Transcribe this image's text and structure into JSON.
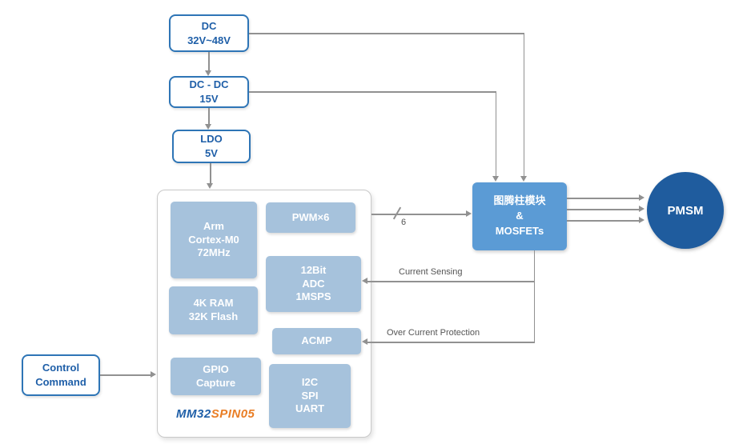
{
  "power": {
    "dc_input": {
      "line1": "DC",
      "line2": "32V~48V"
    },
    "dcdc": {
      "line1": "DC - DC",
      "line2": "15V"
    },
    "ldo": {
      "line1": "LDO",
      "line2": "5V"
    }
  },
  "control_command": {
    "line1": "Control",
    "line2": "Command"
  },
  "mcu": {
    "core": {
      "line1": "Arm",
      "line2": "Cortex-M0",
      "line3": "72MHz"
    },
    "pwm": {
      "label": "PWM×6"
    },
    "adc": {
      "line1": "12Bit",
      "line2": "ADC",
      "line3": "1MSPS"
    },
    "mem": {
      "line1": "4K RAM",
      "line2": "32K Flash"
    },
    "acmp": {
      "label": "ACMP"
    },
    "gpio": {
      "line1": "GPIO",
      "line2": "Capture"
    },
    "comm": {
      "line1": "I2C",
      "line2": "SPI",
      "line3": "UART"
    },
    "chip_name_blue": "MM32",
    "chip_name_orange": "SPIN05"
  },
  "mosfets": {
    "line1": "图腾柱模块",
    "line2": "&",
    "line3": "MOSFETs"
  },
  "pmsm": {
    "label": "PMSM"
  },
  "wires": {
    "pwm_bus_width": "6",
    "current_sensing": "Current Sensing",
    "over_current": "Over Current Protection"
  },
  "colors": {
    "outline_border_blue": "#2E75B6",
    "outline_text_blue": "#1F5FA8",
    "block_light_blue": "#A6C2DC",
    "mosfet_blue": "#5B9BD5",
    "pmsm_dark_blue": "#1F5C9E",
    "chip_orange": "#E97E26",
    "wire_gray": "#919191",
    "wire_label_gray": "#555555"
  }
}
